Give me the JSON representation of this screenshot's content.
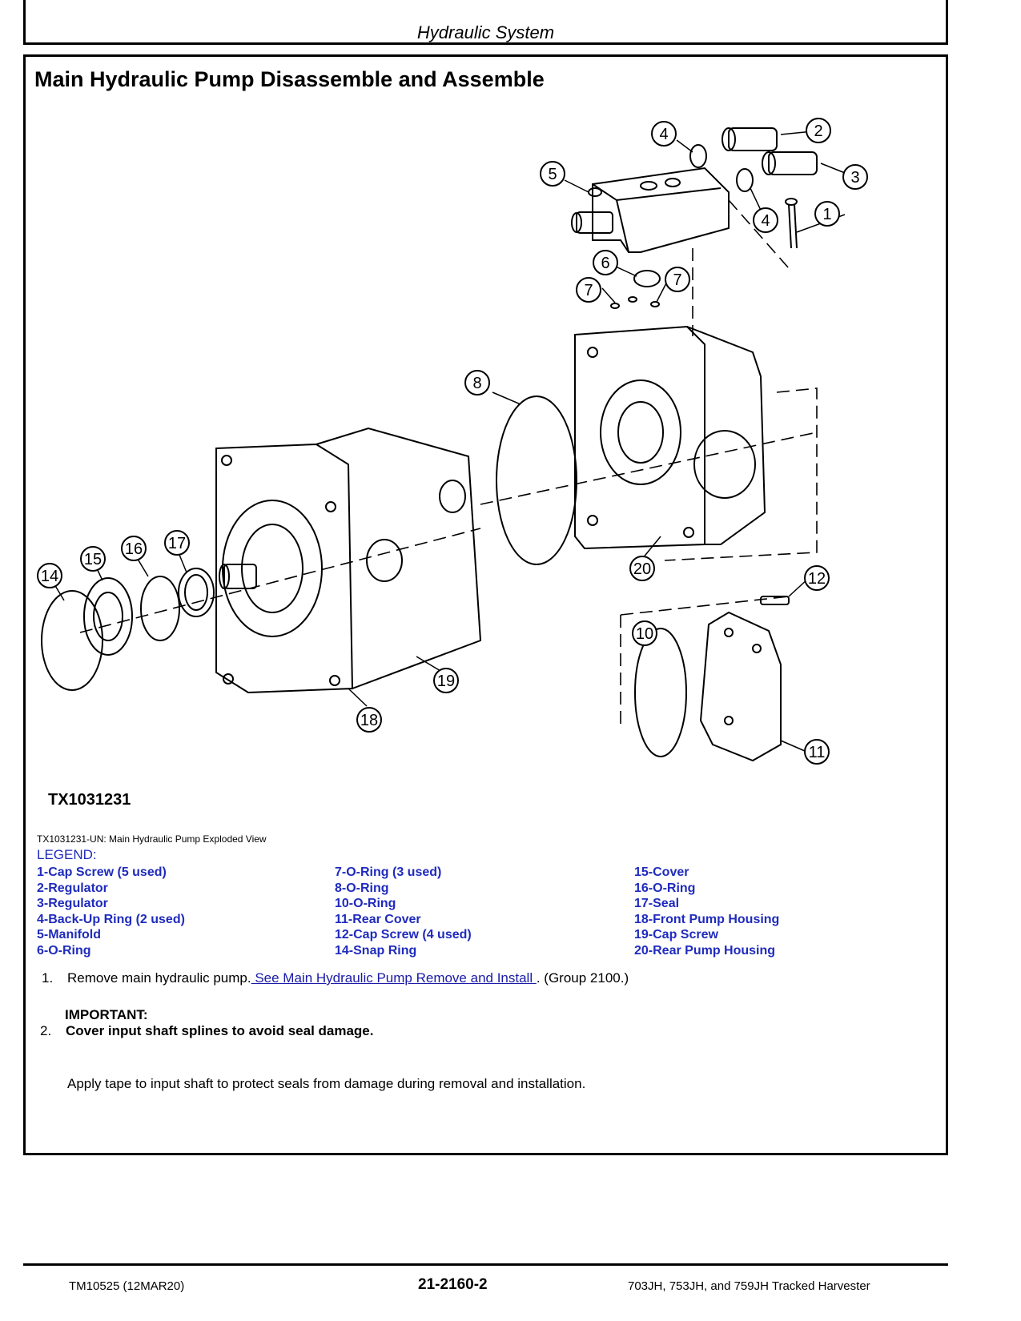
{
  "header": {
    "section": "Hydraulic System"
  },
  "page": {
    "title": "Main Hydraulic Pump Disassemble and Assemble"
  },
  "figure": {
    "id": "TX1031231",
    "caption": "TX1031231-UN: Main Hydraulic Pump Exploded View",
    "callouts": [
      "1",
      "2",
      "3",
      "4",
      "4",
      "5",
      "6",
      "7",
      "7",
      "8",
      "10",
      "11",
      "12",
      "14",
      "15",
      "16",
      "17",
      "18",
      "19",
      "20"
    ]
  },
  "legend": {
    "title": "LEGEND:",
    "col1": [
      "1-Cap Screw (5 used)",
      "2-Regulator",
      "3-Regulator",
      "4-Back-Up Ring (2 used)",
      "5-Manifold",
      "6-O-Ring"
    ],
    "col2": [
      "7-O-Ring (3 used)",
      "8-O-Ring",
      "10-O-Ring",
      "11-Rear Cover",
      "12-Cap Screw (4 used)",
      "14-Snap Ring"
    ],
    "col3": [
      "15-Cover",
      "16-O-Ring",
      "17-Seal",
      "18-Front Pump Housing",
      "19-Cap Screw",
      "20-Rear Pump Housing"
    ]
  },
  "steps": {
    "step1_num": "1.",
    "step1_text": "Remove main hydraulic pump.",
    "step1_link": " See Main Hydraulic Pump Remove and Install ",
    "step1_suffix": ". (Group 2100.)",
    "important_label": "IMPORTANT:",
    "step2_num": "2.",
    "step2_text": "Cover input shaft splines to avoid seal damage.",
    "note": "Apply tape to input shaft to protect seals from damage during removal and installation."
  },
  "footer": {
    "left": "TM10525 (12MAR20)",
    "center": "21-2160-2",
    "right": "703JH, 753JH, and 759JH Tracked Harvester"
  }
}
